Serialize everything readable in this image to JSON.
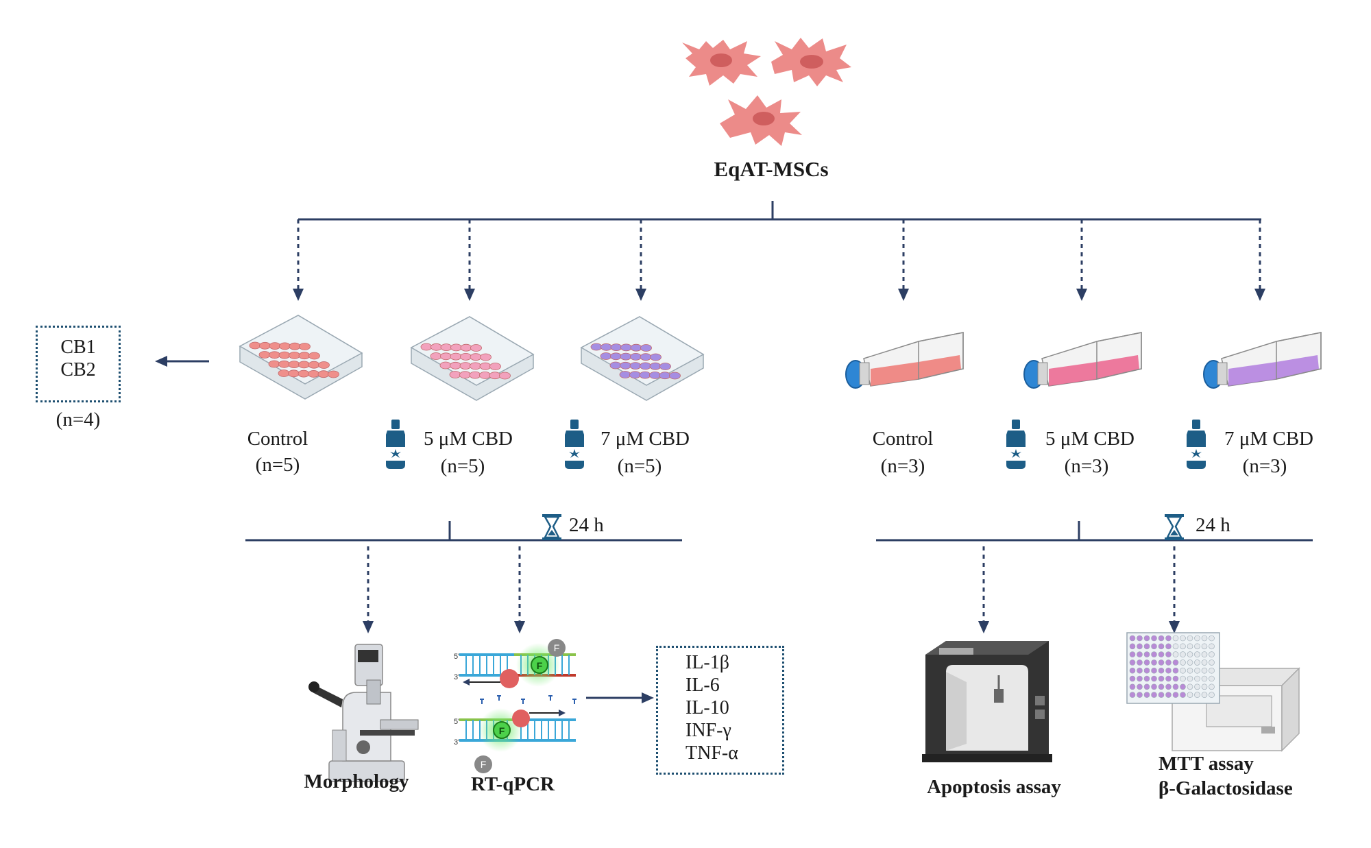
{
  "source_label": "EqAT-MSCs",
  "plate_groups": [
    {
      "label": "Control",
      "n": "(n=5)",
      "color": "#ef8f8b",
      "has_drug": false
    },
    {
      "label": "5 μM CBD",
      "n": "(n=5)",
      "color": "#f2a2bd",
      "has_drug": true
    },
    {
      "label": "7 μM CBD",
      "n": "(n=5)",
      "color": "#a58ee2",
      "has_drug": true
    }
  ],
  "flask_groups": [
    {
      "label": "Control",
      "n": "(n=3)",
      "color": "#ee7f7b",
      "has_drug": false
    },
    {
      "label": "5 μM CBD",
      "n": "(n=3)",
      "color": "#ec6b94",
      "has_drug": true
    },
    {
      "label": "7 μM CBD",
      "n": "(n=3)",
      "color": "#b584e0",
      "has_drug": true
    }
  ],
  "receptor_box": {
    "lines": [
      "CB1",
      "CB2"
    ],
    "n": "(n=4)"
  },
  "time_label_left": "24 h",
  "time_label_right": "24 h",
  "assays": {
    "morphology": "Morphology",
    "rtqpcr": "RT-qPCR",
    "apoptosis": "Apoptosis assay",
    "mtt": "MTT assay",
    "galactosidase": "β-Galactosidase"
  },
  "cytokines": [
    "IL-1β",
    "IL-6",
    "IL-10",
    "INF-γ",
    "TNF-α"
  ],
  "pcr_labels": {
    "five_prime": "5'",
    "three_prime": "3'",
    "fluor": "F"
  },
  "colors": {
    "line": "#2c3e63",
    "cell": "#ec8b89",
    "cell_nucleus": "#cf5e5e",
    "dotted_box": "#1e4f70",
    "bottle": "#1d5d86",
    "cap": "#2e86d4"
  }
}
